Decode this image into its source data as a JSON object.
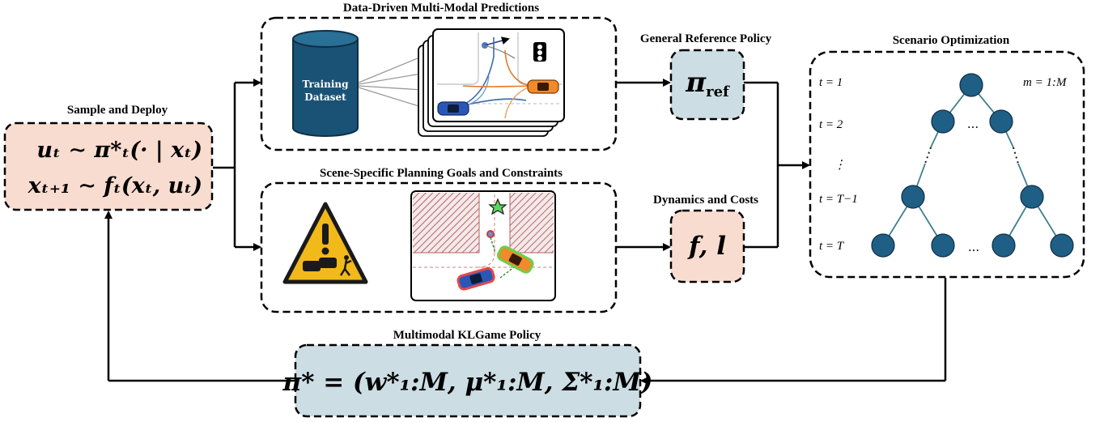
{
  "titles": {
    "sample_deploy": "Sample and Deploy",
    "predictions": "Data-Driven Multi-Modal Predictions",
    "planning": "Scene-Specific Planning Goals and Constraints",
    "reference": "General Reference Policy",
    "dynamics": "Dynamics and Costs",
    "scenario": "Scenario Optimization",
    "policy": "Multimodal KLGame Policy"
  },
  "sample_deploy": {
    "eq1": "uₜ ∼ π*ₜ(· | xₜ)",
    "eq2": "xₜ₊₁ ∼ fₜ(xₜ, uₜ)"
  },
  "dataset": {
    "line1": "Training",
    "line2": "Dataset"
  },
  "reference_symbol": "π",
  "reference_subscript": "ref",
  "dynamics_symbol": "f, l",
  "policy_eq": "π* = (w*₁:M, μ*₁:M, Σ*₁:M)",
  "tree": {
    "t1": "t = 1",
    "t2": "t = 2",
    "tdots": "⋮",
    "tT1": "t = T−1",
    "tT": "t = T",
    "modes": "m = 1:M",
    "dots_mid": "...",
    "dots_bottom": "..."
  },
  "colors": {
    "pink": "#f9dcd0",
    "blue": "#ccdde3",
    "node": "#1f5f86",
    "edge": "#3f7f8f",
    "cylinder": "#1a5276"
  }
}
